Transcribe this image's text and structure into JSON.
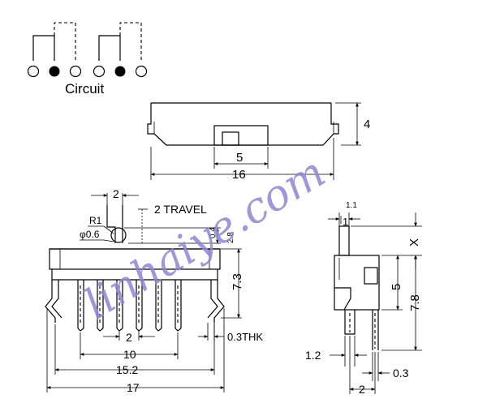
{
  "circuit": {
    "label": "Circuit"
  },
  "top_view": {
    "dim_height": "4",
    "dim_slot": "5",
    "dim_length": "16"
  },
  "front_view": {
    "dim_knob_width": "2",
    "dim_travel": "2 TRAVEL",
    "dim_radius": "R1",
    "dim_hole": "φ0.6",
    "dim_knob_small": "0.4",
    "dim_knob_height": "2.8",
    "dim_body_height": "7.3",
    "dim_pin_pitch": "2",
    "dim_thickness": "0.3THK",
    "dim_pin_span": "10",
    "dim_leg_span": "15.2",
    "dim_total_width": "17"
  },
  "side_view": {
    "dim_knob": "1.1",
    "dim_knob_b": "1",
    "dim_x": "X",
    "dim_body": "5",
    "dim_total_height": "7.8",
    "dim_leg": "1.2",
    "dim_pin": "0.3",
    "dim_bottom": "2"
  },
  "watermark": {
    "text": "linhaiye.com"
  }
}
